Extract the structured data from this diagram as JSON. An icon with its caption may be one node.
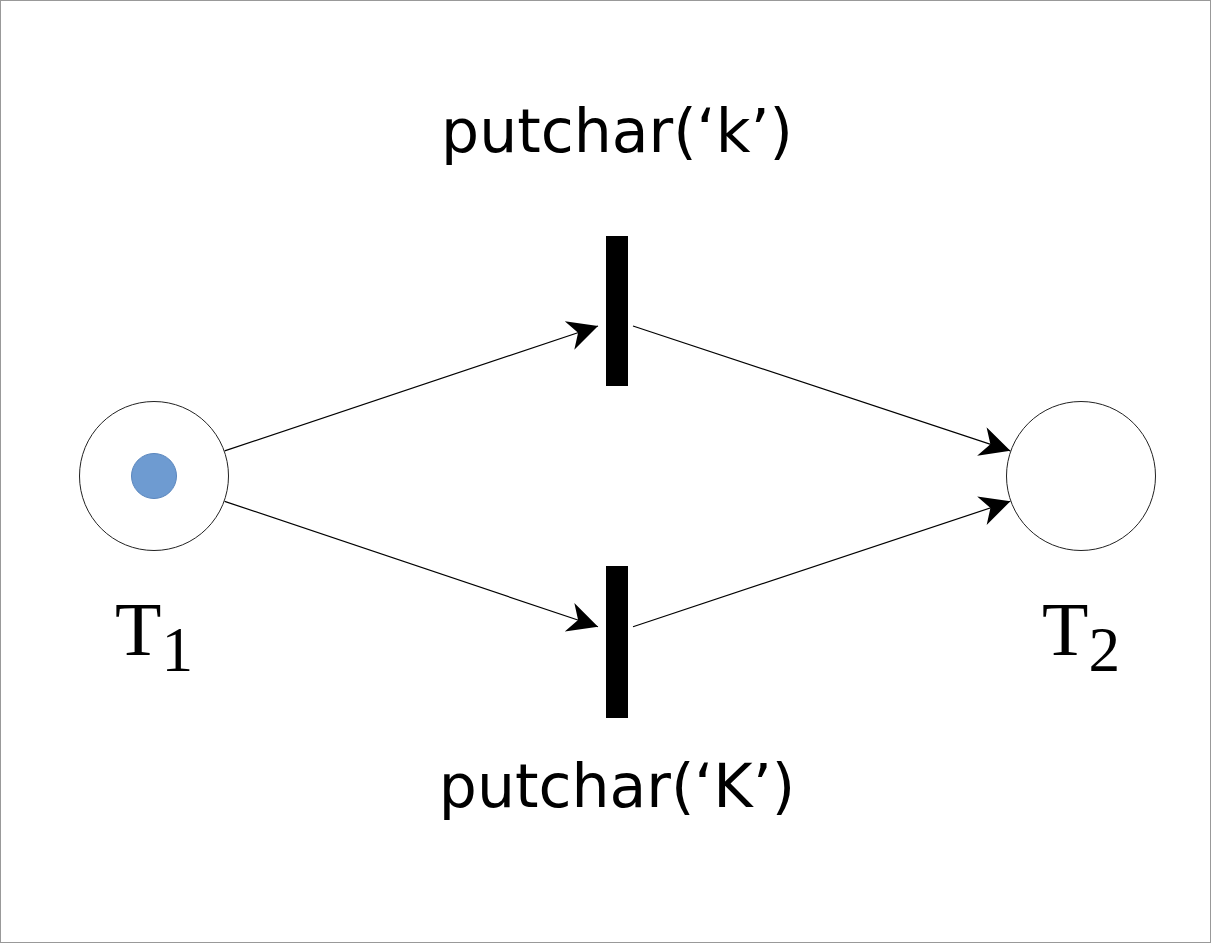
{
  "diagram": {
    "nodes": [
      {
        "text": [
          "T$_{1}$"
        ]
      },
      {
        "text": [
          "putchar(‘k’)"
        ]
      },
      {
        "text": [
          "putchar(‘K’)"
        ]
      },
      {
        "text": [
          "T$_{2}$"
        ]
      }
    ],
    "edges": [
      {
        "from": 0,
        "to": 1,
        "arrow": "to"
      },
      {
        "from": 0,
        "to": 2,
        "arrow": "to"
      },
      {
        "from": 1,
        "to": 3,
        "arrow": "to"
      },
      {
        "from": 2,
        "to": 3,
        "arrow": "to"
      }
    ]
  }
}
